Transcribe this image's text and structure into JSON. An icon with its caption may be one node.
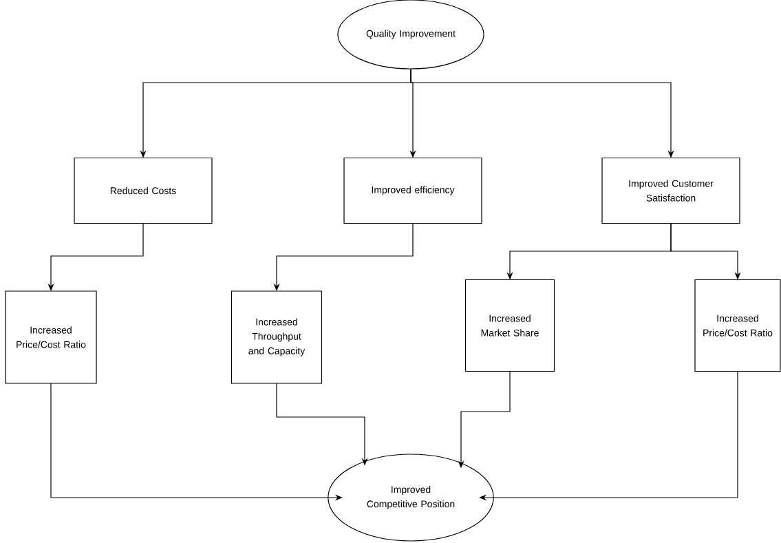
{
  "diagram": {
    "nodes": [
      {
        "text": [
          "Quality Improvement"
        ]
      },
      {
        "text": [
          "Reduced Costs"
        ]
      },
      {
        "text": [
          "Improved efficiency"
        ]
      },
      {
        "text": [
          "Improved Customer Satisfaction"
        ]
      },
      {
        "text": [
          "Increased Price/Cost Ratio"
        ]
      },
      {
        "text": [
          "Increased Throughput and Capacity"
        ]
      },
      {
        "text": [
          "Increased Market Share"
        ]
      },
      {
        "text": [
          "Increased Price/Cost Ratio"
        ]
      },
      {
        "text": [
          "Improved Competitive Position"
        ]
      }
    ],
    "edges": [
      {
        "from": 0,
        "to": 1,
        "arrow": "to"
      },
      {
        "from": 0,
        "to": 2,
        "arrow": "to"
      },
      {
        "from": 0,
        "to": 3,
        "arrow": "to"
      },
      {
        "from": 1,
        "to": 4,
        "arrow": "to"
      },
      {
        "from": 2,
        "to": 5,
        "arrow": "to"
      },
      {
        "from": 3,
        "to": 6,
        "arrow": "to"
      },
      {
        "from": 3,
        "to": 7,
        "arrow": "to"
      },
      {
        "from": 4,
        "to": 8,
        "arrow": "to"
      },
      {
        "from": 5,
        "to": 8,
        "arrow": "to"
      },
      {
        "from": 6,
        "to": 8,
        "arrow": "to"
      },
      {
        "from": 7,
        "to": 8,
        "arrow": "to"
      }
    ]
  }
}
